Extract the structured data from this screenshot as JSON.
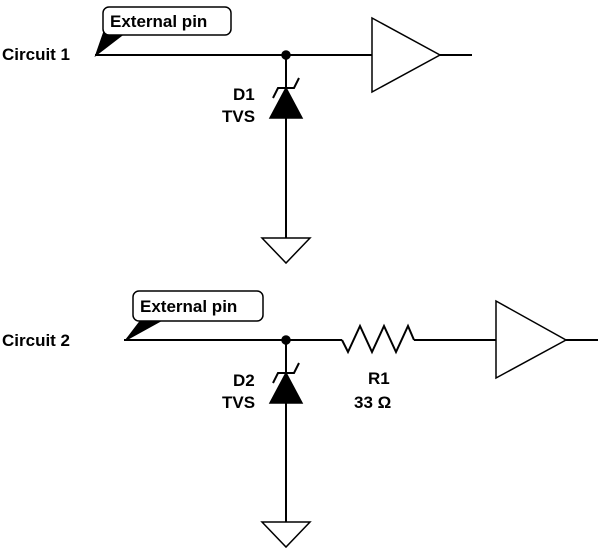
{
  "circuit1": {
    "name": "Circuit 1",
    "pin_tag": "External pin",
    "diode": {
      "ref": "D1",
      "type": "TVS"
    }
  },
  "circuit2": {
    "name": "Circuit 2",
    "pin_tag": "External pin",
    "diode": {
      "ref": "D2",
      "type": "TVS"
    },
    "resistor": {
      "ref": "R1",
      "value": "33 Ω"
    }
  }
}
